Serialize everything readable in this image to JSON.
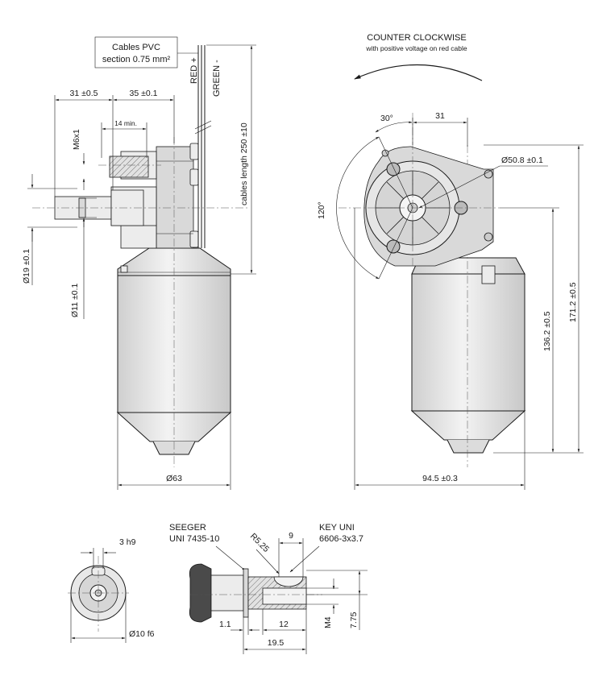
{
  "labels": {
    "cables_note_line1": "Cables PVC",
    "cables_note_line2": "section 0.75 mm²",
    "red_wire": "RED +",
    "green_wire": "GREEN -",
    "cables_length": "cables length  250 ±10",
    "rotation_title": "COUNTER CLOCKWISE",
    "rotation_sub": "with positive voltage on red cable",
    "seeger_line1": "SEEGER",
    "seeger_line2": "UNI 7435-10",
    "key_line1": "KEY UNI",
    "key_line2": "6606-3x3.7"
  },
  "dimensions": {
    "d31_tol": "31 ±0.5",
    "d35_tol": "35 ±0.1",
    "m6x1": "M6x1",
    "d14min": "14 min.",
    "d19": "Ø19 ±0.1",
    "d11": "Ø11 ±0.1",
    "d63": "Ø63",
    "a30": "30°",
    "d31": "31",
    "d50_8": "Ø50.8 ±0.1",
    "a120": "120°",
    "d136_2": "136.2 ±0.5",
    "d171_2": "171.2 ±0.5",
    "d94_5": "94.5 ±0.3",
    "d3h9": "3 h9",
    "d10f6": "Ø10 f6",
    "r5_25": "R5.25",
    "d9": "9",
    "d1_1": "1.1",
    "d12": "12",
    "m4": "M4",
    "d7_75": "7.75",
    "d19_5": "19.5"
  }
}
